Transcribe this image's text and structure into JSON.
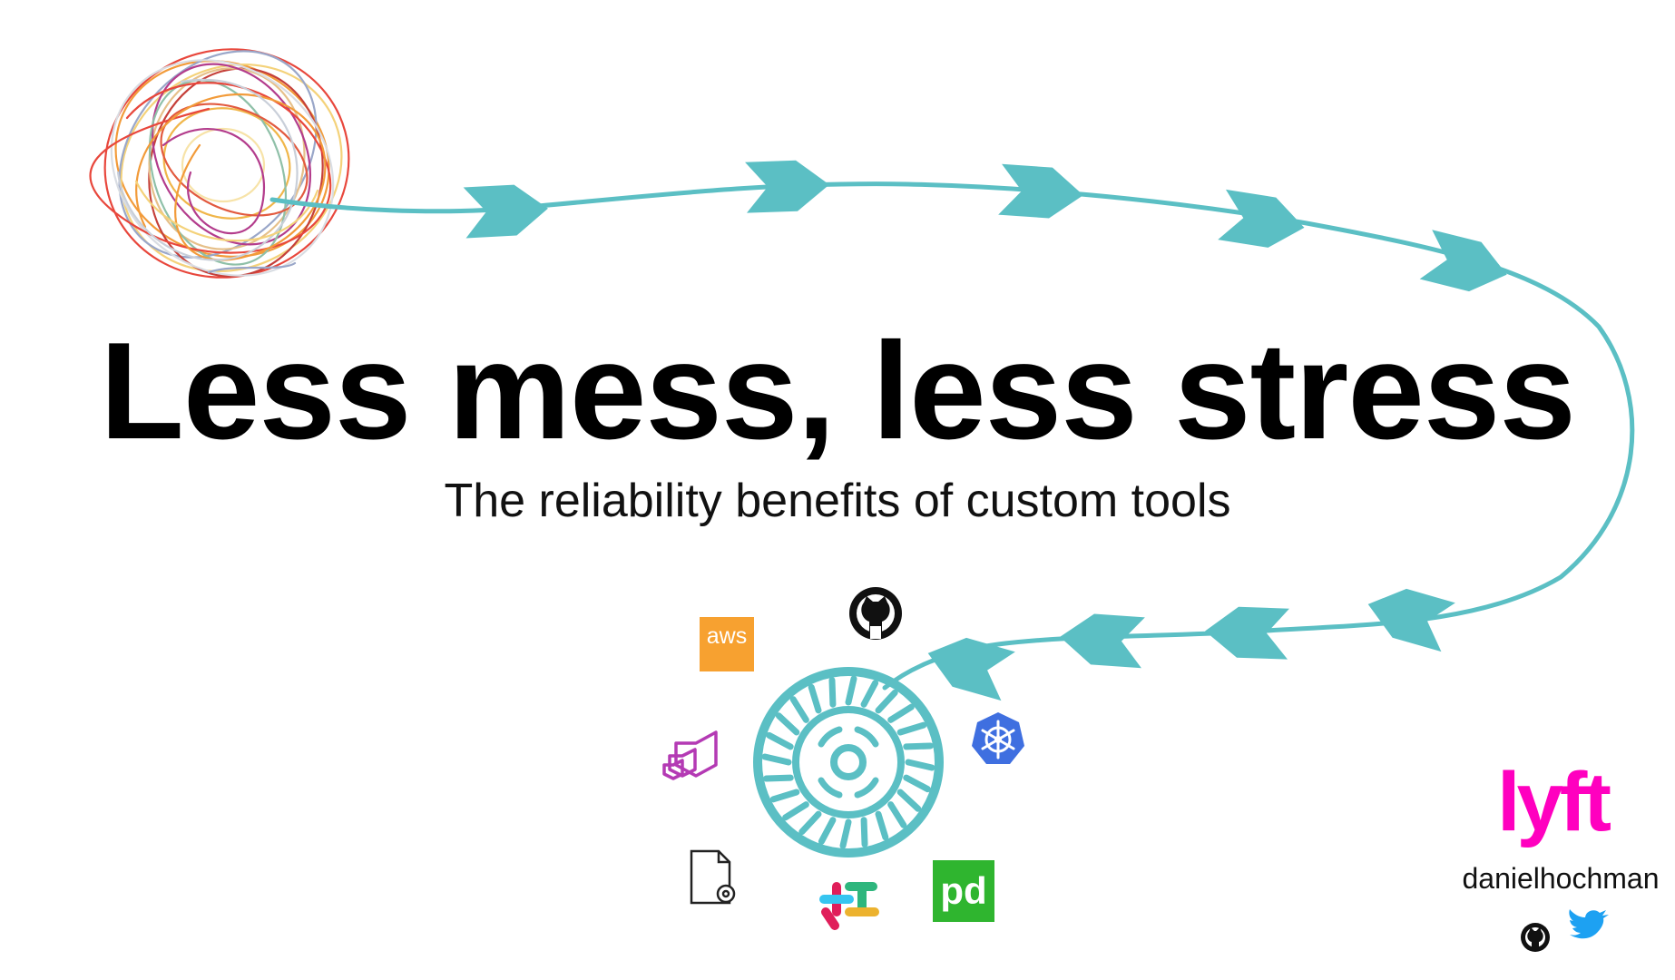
{
  "slide": {
    "title": "Less mess, less stress",
    "subtitle": "The reliability benefits of custom tools",
    "brand_logo": "lyft",
    "handle": "danielhochman"
  },
  "logos": {
    "aws": "aws",
    "pagerduty": "pd"
  },
  "icons": [
    "tangled-yarn-icon",
    "clutch-wheel-icon",
    "github-icon",
    "aws-icon",
    "kubernetes-icon",
    "envoy-icon",
    "config-file-icon",
    "slack-icon",
    "pagerduty-icon",
    "twitter-icon"
  ],
  "colors": {
    "arrow_teal": "#5bbfc4",
    "lyft_pink": "#ff00bf",
    "aws_orange": "#f7a130",
    "pagerduty_green": "#2fb52f",
    "kubernetes_blue": "#3f6fe0",
    "envoy_magenta": "#b43ab4",
    "twitter_blue": "#1da1f2"
  }
}
